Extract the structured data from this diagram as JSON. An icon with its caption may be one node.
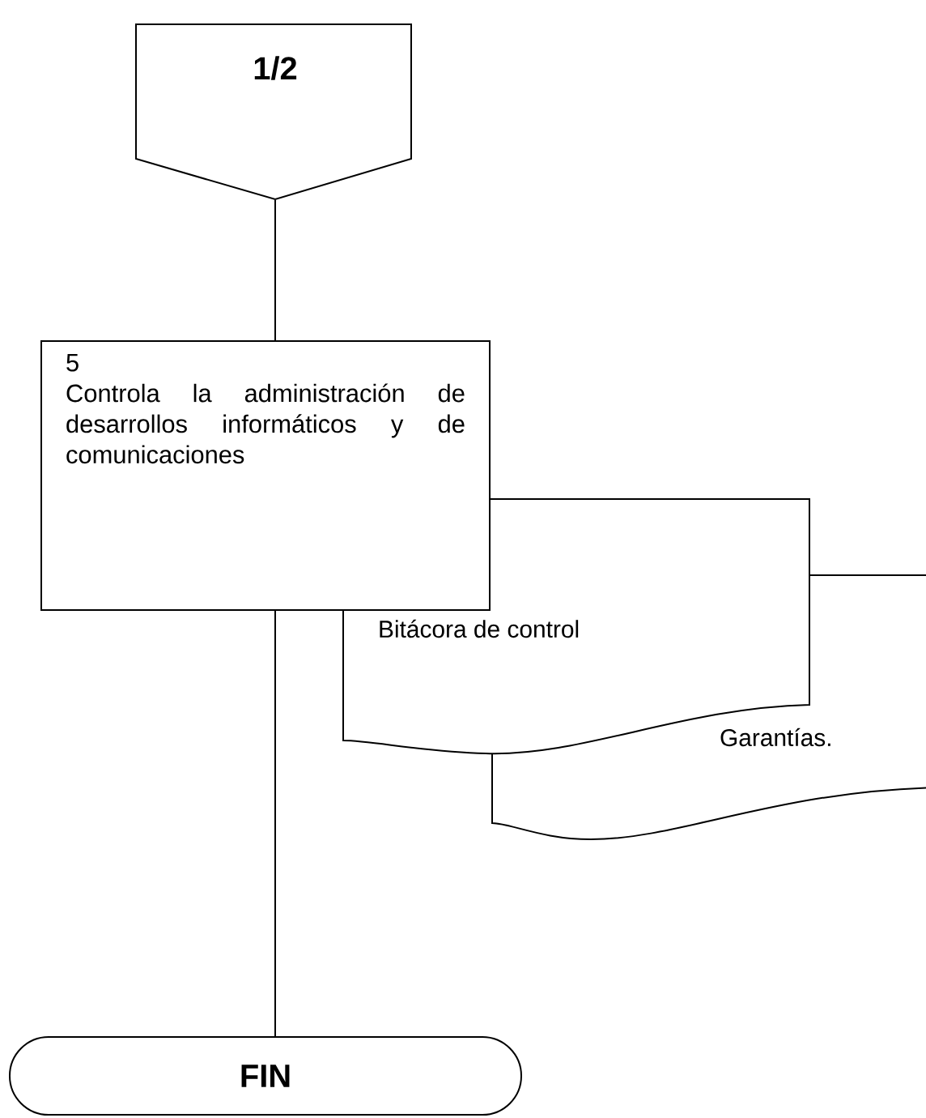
{
  "diagram": {
    "nodes": [
      {
        "text": [
          "1/2"
        ]
      },
      {
        "text": [
          "5",
          "Controla la administración de desarrollos informáticos y de comunicaciones"
        ]
      },
      {
        "text": [
          "Bitácora de control"
        ]
      },
      {
        "text": [
          "Garantías."
        ]
      },
      {
        "text": [
          "FIN"
        ]
      }
    ],
    "edges": [
      {
        "from": 0,
        "to": 1,
        "arrow": "none"
      },
      {
        "from": 1,
        "to": 4,
        "arrow": "none"
      }
    ]
  }
}
